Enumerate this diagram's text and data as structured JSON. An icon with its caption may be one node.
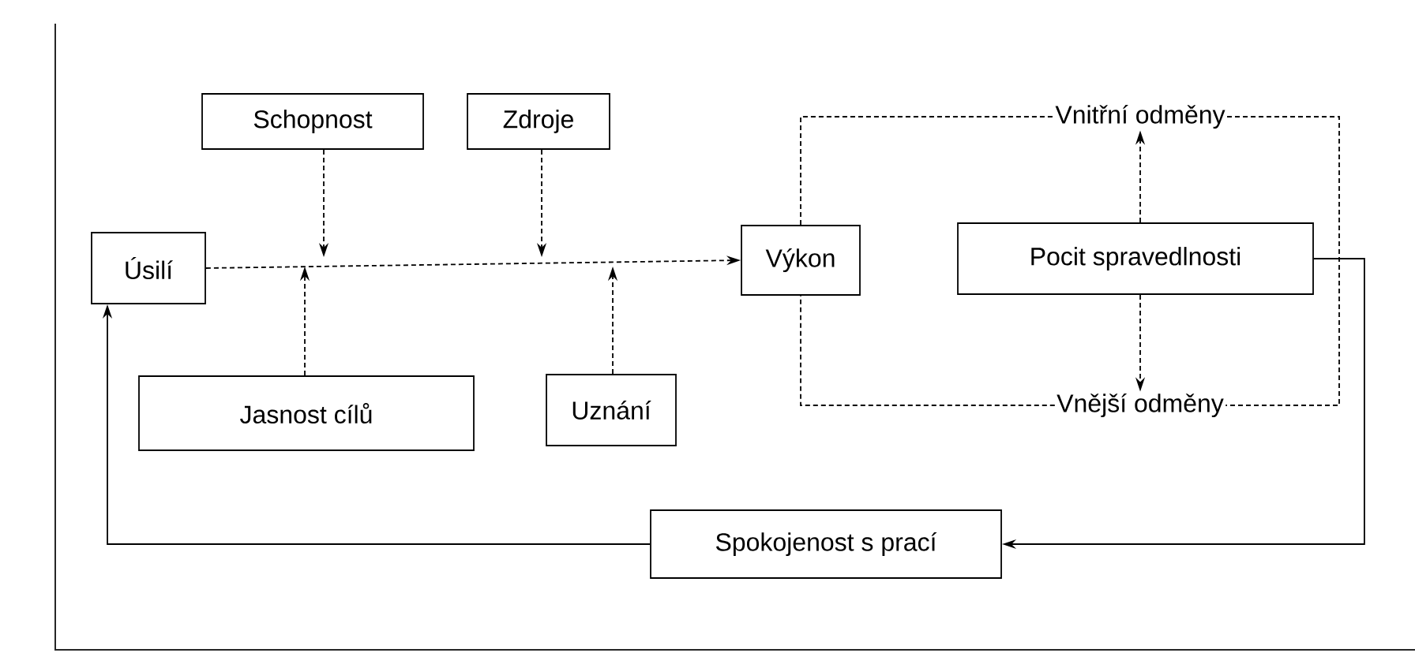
{
  "diagram": {
    "nodes": [
      {
        "text": [
          "Schopnost"
        ]
      },
      {
        "text": [
          "Zdroje"
        ]
      },
      {
        "text": [
          "Úsilí"
        ]
      },
      {
        "text": [
          "Výkon"
        ]
      },
      {
        "text": [
          "Pocit spravedlnosti"
        ]
      },
      {
        "text": [
          "Vnitřní odměny"
        ]
      },
      {
        "text": [
          "Jasnost cílů"
        ]
      },
      {
        "text": [
          "Uznání"
        ]
      },
      {
        "text": [
          "Vnější odměny"
        ]
      },
      {
        "text": [
          "Spokojenost s prací"
        ]
      }
    ],
    "edges": [
      {
        "from": 2,
        "to": 3,
        "arrow": "to",
        "style": "dashed"
      },
      {
        "from": 0,
        "to": null,
        "arrow": "to",
        "style": "dashed"
      },
      {
        "from": 1,
        "to": null,
        "arrow": "to",
        "style": "dashed"
      },
      {
        "from": 6,
        "to": null,
        "arrow": "to",
        "style": "dashed"
      },
      {
        "from": 7,
        "to": null,
        "arrow": "to",
        "style": "dashed"
      },
      {
        "from": 3,
        "to": 5,
        "arrow": "none",
        "style": "dashed"
      },
      {
        "from": 5,
        "to": 8,
        "arrow": "none",
        "style": "dashed"
      },
      {
        "from": 8,
        "to": 3,
        "arrow": "none",
        "style": "dashed"
      },
      {
        "from": 4,
        "to": 5,
        "arrow": "to",
        "style": "dashed"
      },
      {
        "from": 4,
        "to": 8,
        "arrow": "to",
        "style": "dashed"
      },
      {
        "from": 4,
        "to": 9,
        "arrow": "to"
      },
      {
        "from": 9,
        "to": 2,
        "arrow": "to"
      }
    ]
  }
}
